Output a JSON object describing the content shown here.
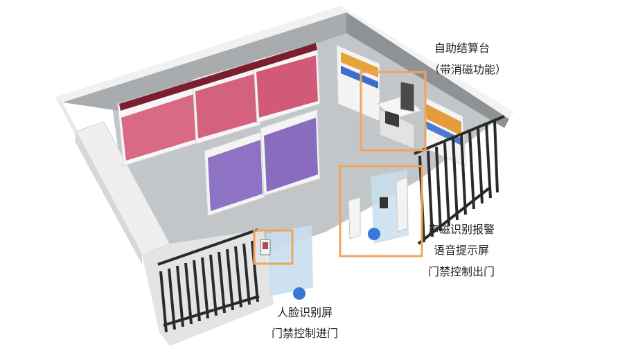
{
  "labels": {
    "checkout_line1": "自助结算台",
    "checkout_line2": "（带消磁功能）",
    "exit_line1": "声磁识别报警",
    "exit_line2": "语音提示屏",
    "exit_line3": "门禁控制出门",
    "entry_line1": "人脸识别屏",
    "entry_line2": "门禁控制进门"
  },
  "colors": {
    "highlight": "#f0a45a",
    "floor": "#bfc2c5",
    "wall_top": "#f2f2f2",
    "wall_side": "#9fa3a6",
    "fence": "#2a2a2a",
    "rack_pink": "#d3607a",
    "rack_purple": "#8b6fc0",
    "door_glass": "#c9dfee"
  }
}
